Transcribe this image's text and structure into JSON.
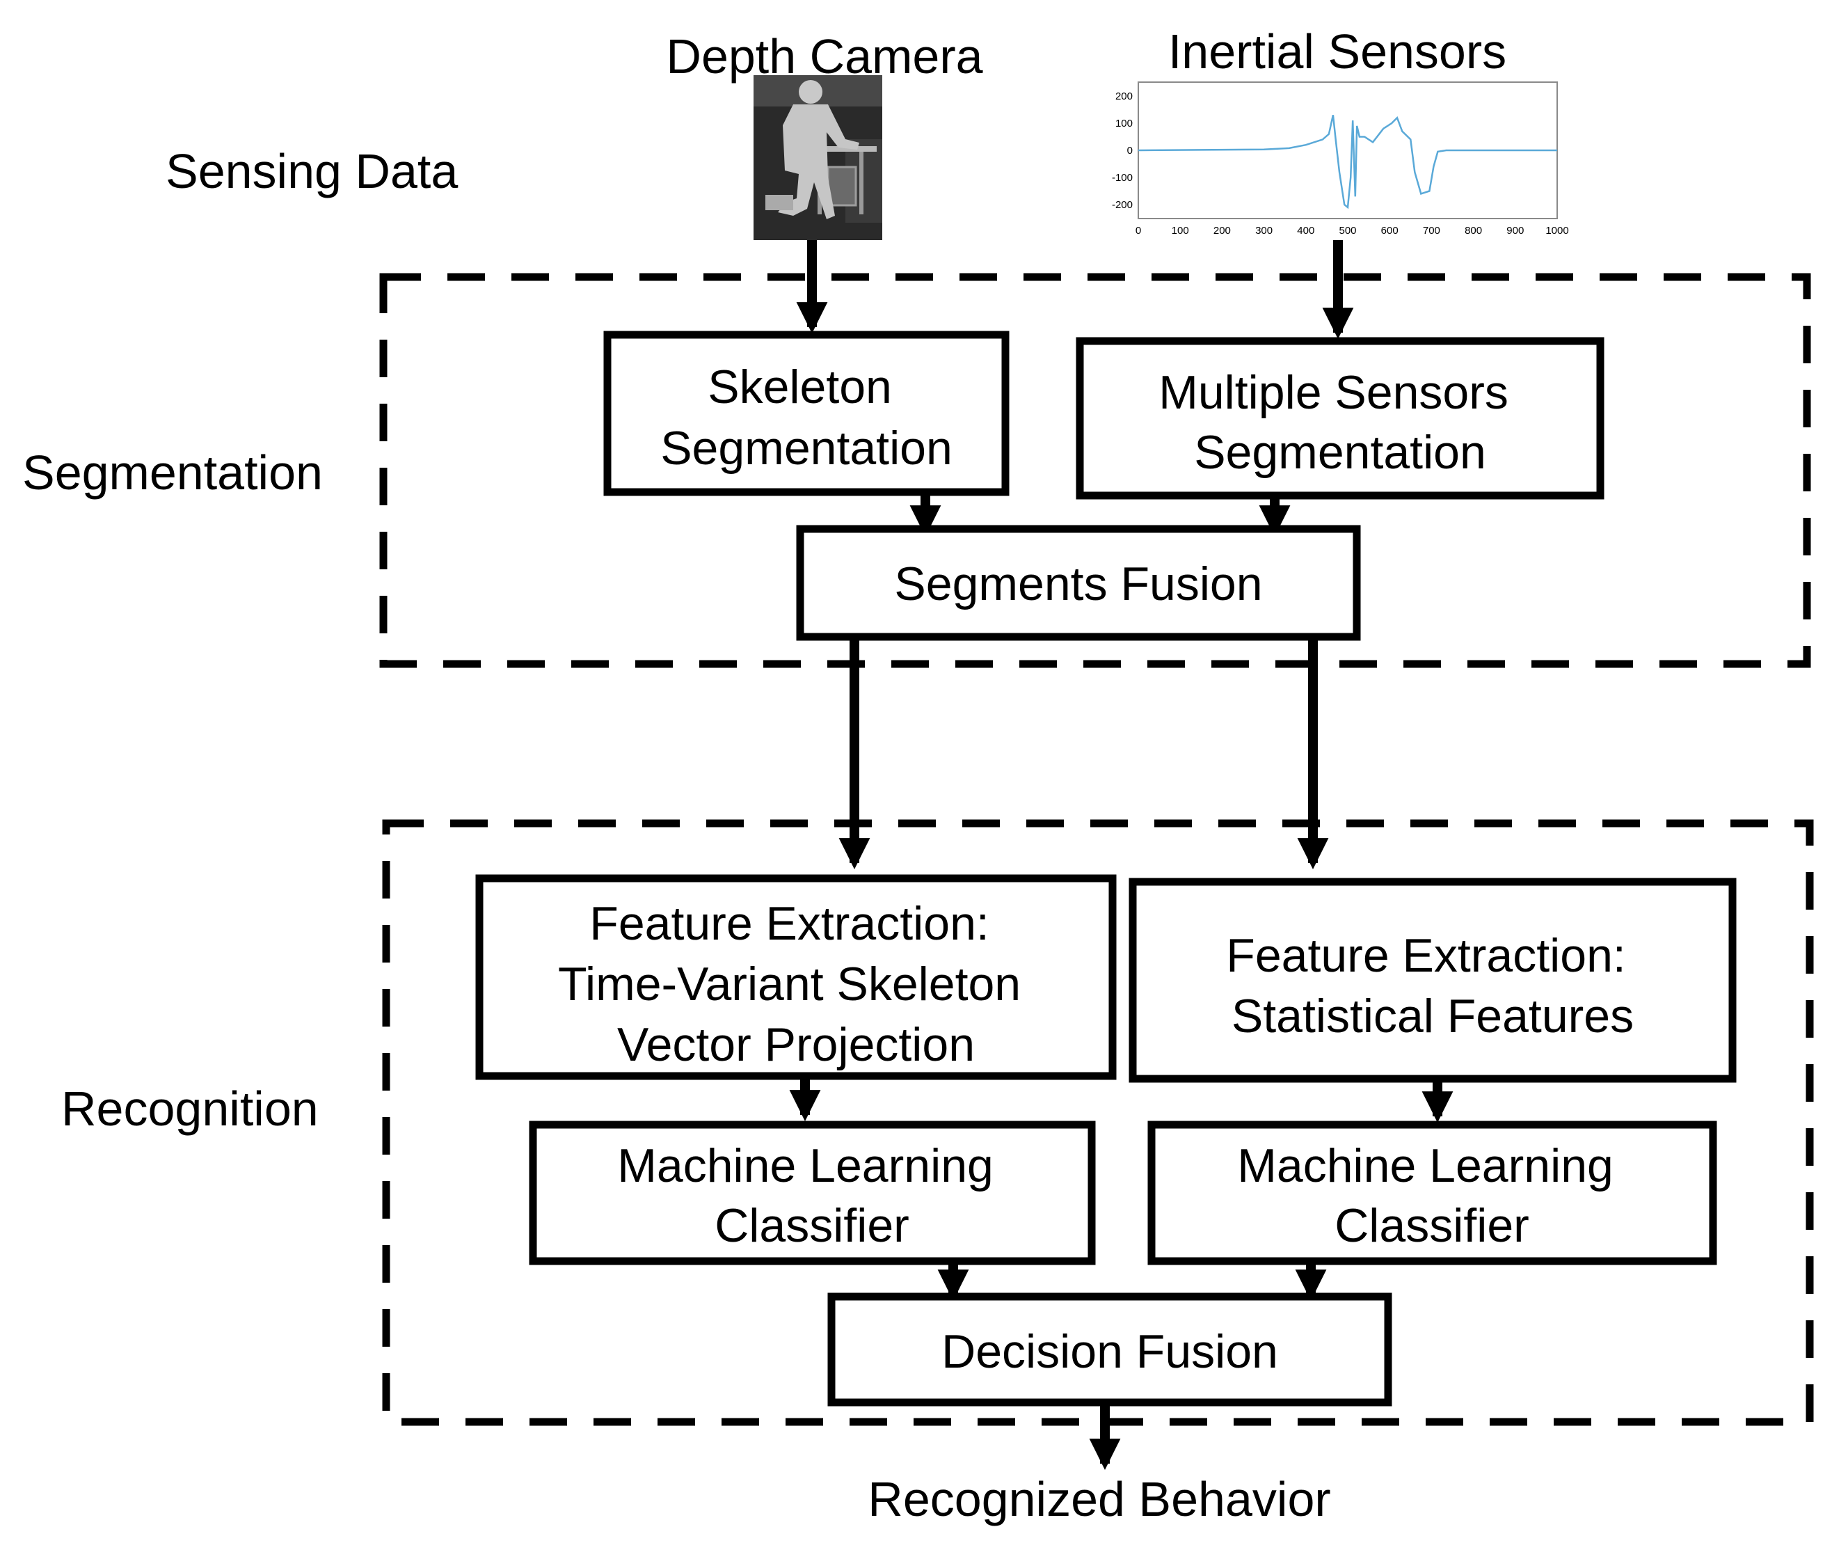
{
  "labels": {
    "sensing_data": "Sensing Data",
    "segmentation": "Segmentation",
    "recognition": "Recognition",
    "depth_camera": "Depth Camera",
    "inertial_sensors": "Inertial Sensors",
    "output": "Recognized Behavior"
  },
  "boxes": {
    "skeleton_seg": [
      "Skeleton",
      "Segmentation"
    ],
    "multi_seg": [
      "Multiple Sensors",
      "Segmentation"
    ],
    "seg_fusion": [
      "Segments Fusion"
    ],
    "feat_skeleton": [
      "Feature Extraction:",
      "Time-Variant Skeleton",
      "Vector Projection"
    ],
    "feat_stat": [
      "Feature Extraction:",
      "Statistical Features"
    ],
    "ml_left": [
      "Machine Learning",
      "Classifier"
    ],
    "ml_right": [
      "Machine Learning",
      "Classifier"
    ],
    "decision_fusion": [
      "Decision Fusion"
    ]
  },
  "inertial_plot": {
    "x_ticks": [
      "0",
      "100",
      "200",
      "300",
      "400",
      "500",
      "600",
      "700",
      "800",
      "900",
      "1000"
    ],
    "y_ticks": [
      "200",
      "100",
      "0",
      "-100",
      "-200"
    ],
    "line_color": "#5aa9d8"
  },
  "colors": {
    "stroke": "#000000",
    "background": "#ffffff"
  }
}
